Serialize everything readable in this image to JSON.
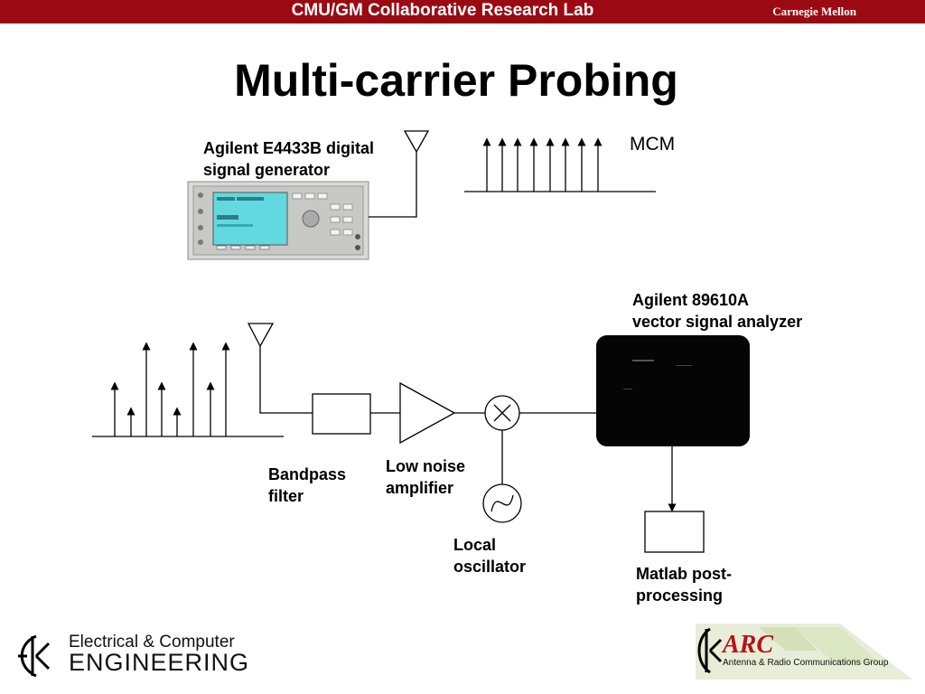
{
  "header": {
    "lab_title": "CMU/GM Collaborative Research Lab",
    "university": "Carnegie Mellon"
  },
  "slide": {
    "title": "Multi-carrier Probing"
  },
  "diagram": {
    "generator_label": [
      "Agilent E4433B digital",
      "signal generator"
    ],
    "mcm_label": "MCM",
    "analyzer_label": [
      "Agilent 89610A",
      "vector signal analyzer"
    ],
    "bandpass_label": [
      "Bandpass",
      "filter"
    ],
    "lna_label": [
      "Low noise",
      "amplifier"
    ],
    "oscillator_label": [
      "Local",
      "oscillator"
    ],
    "matlab_label": [
      "Matlab post-",
      "processing"
    ]
  },
  "footer": {
    "ece_line1": "Electrical & Computer",
    "ece_line2": "ENGINEERING",
    "arc_logo": "ARC",
    "arc_name": "Antenna & Radio Communications Group"
  }
}
